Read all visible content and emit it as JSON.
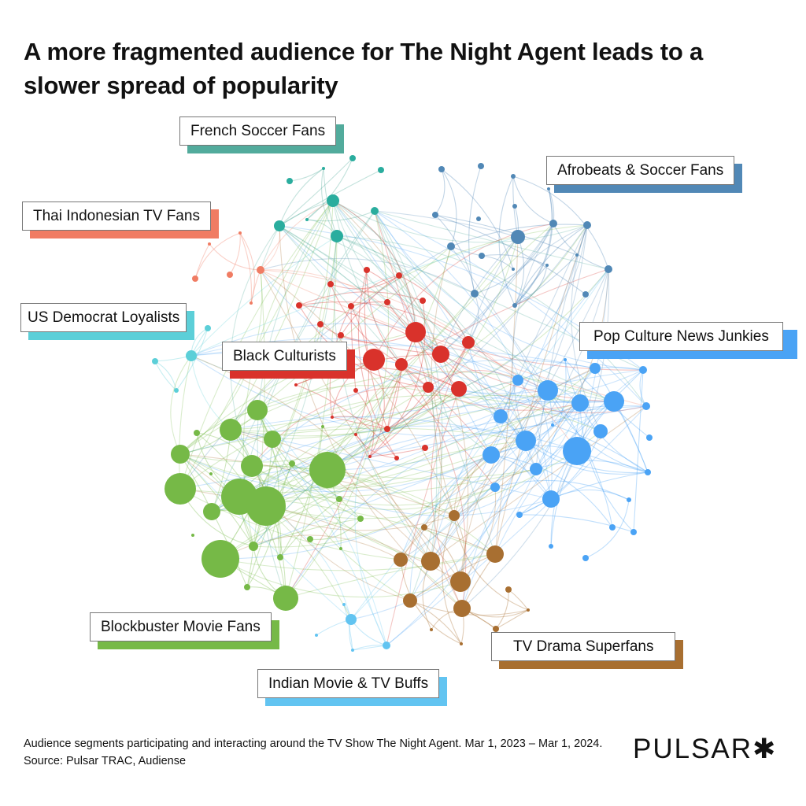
{
  "title": "A more fragmented audience for The Night Agent leads to a slower spread of popularity",
  "segments": [
    {
      "id": "french",
      "label": "French Soccer Fans",
      "color": "#52ab9c",
      "node_color": "#2aad9e"
    },
    {
      "id": "afro",
      "label": "Afrobeats & Soccer Fans",
      "color": "#5188b6",
      "node_color": "#5188b6"
    },
    {
      "id": "thai",
      "label": "Thai Indonesian TV Fans",
      "color": "#f07c63",
      "node_color": "#f07c63"
    },
    {
      "id": "usdem",
      "label": "US Democrat Loyalists",
      "color": "#5ccfd8",
      "node_color": "#5ccfd8"
    },
    {
      "id": "black",
      "label": "Black Culturists",
      "color": "#d9322b",
      "node_color": "#d9322b"
    },
    {
      "id": "pop",
      "label": "Pop Culture News Junkies",
      "color": "#4aa3f5",
      "node_color": "#4aa3f5"
    },
    {
      "id": "blockbuster",
      "label": "Blockbuster Movie Fans",
      "color": "#76b947",
      "node_color": "#76b947"
    },
    {
      "id": "drama",
      "label": "TV Drama Superfans",
      "color": "#a86f31",
      "node_color": "#a86f31"
    },
    {
      "id": "indian",
      "label": "Indian Movie & TV Buffs",
      "color": "#62c4f1",
      "node_color": "#62c4f1"
    }
  ],
  "footer": "Audience segments participating and interacting around the TV Show The Night Agent. Mar 1, 2023 – Mar 1, 2024. Source: Pulsar TRAC, Audiense",
  "logo": "PULSAR✱"
}
